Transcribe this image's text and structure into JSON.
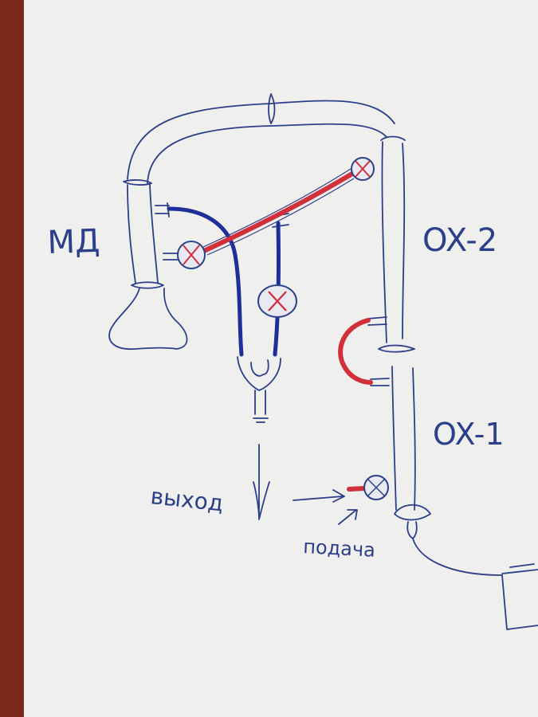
{
  "labels": {
    "md": "МД",
    "ox2": "OX-2",
    "ox1": "OX-1",
    "exit": "выход",
    "feed": "подача"
  },
  "colors": {
    "pen": "#2c3f8a",
    "ink_blue": "#1f2f9a",
    "red": "#d0303a",
    "paper": "#f1f1ef",
    "table": "#7a2a1c"
  }
}
